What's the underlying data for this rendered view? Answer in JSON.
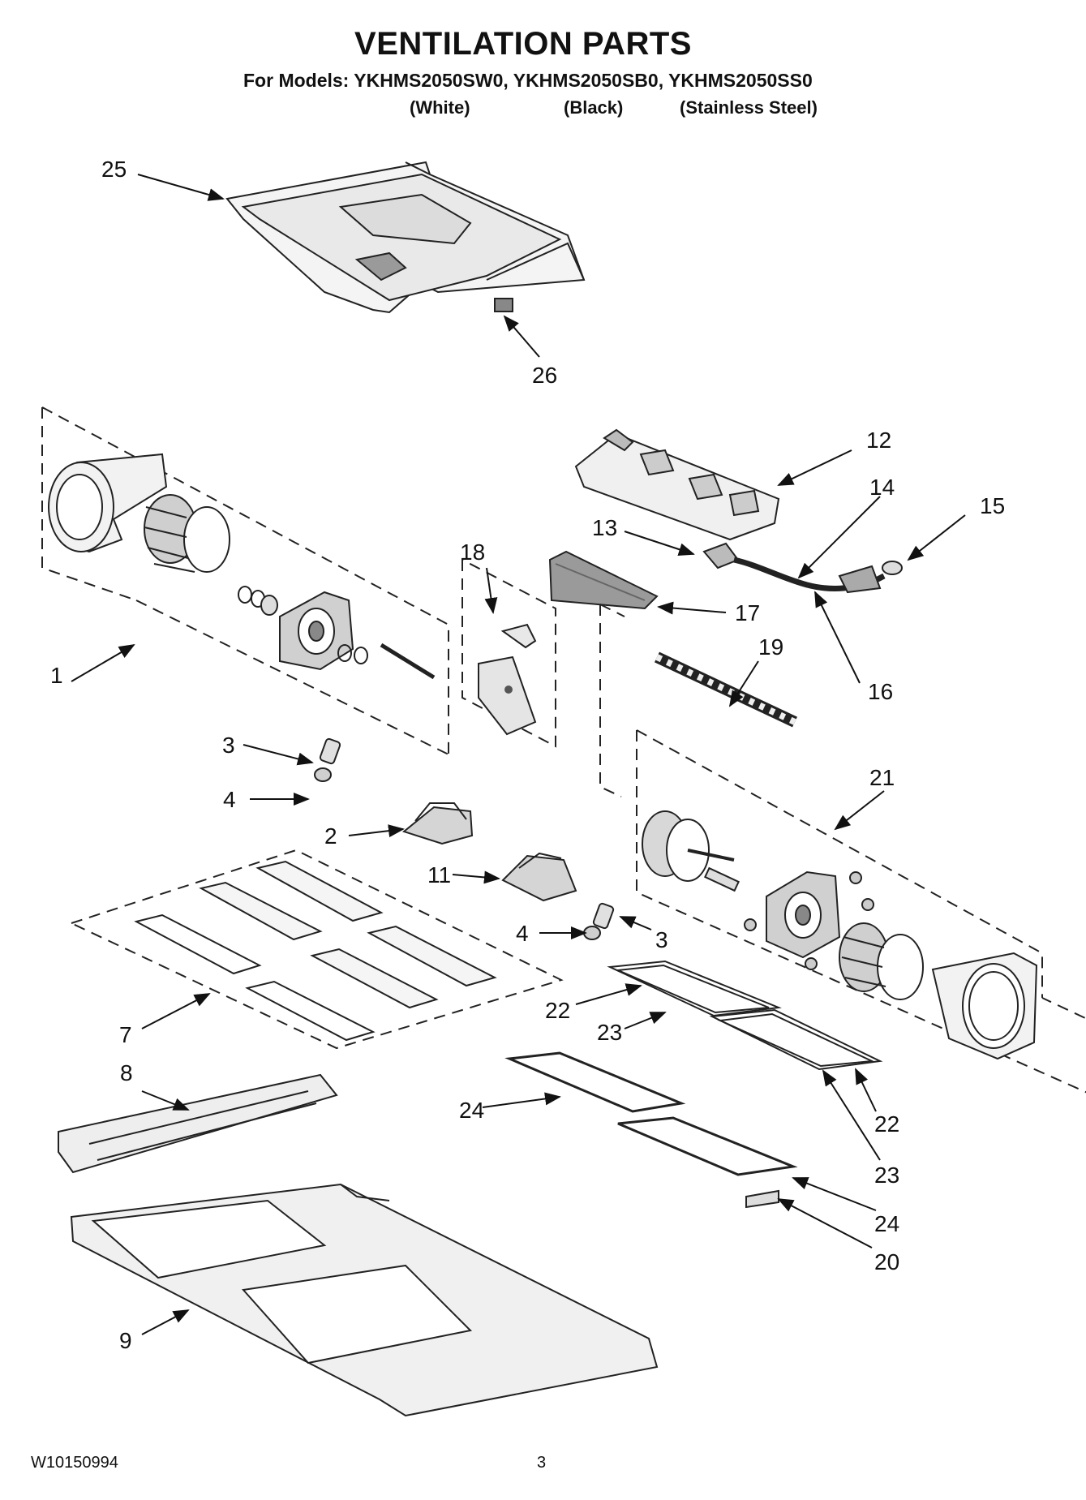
{
  "header": {
    "title": "VENTILATION PARTS",
    "models_line": "For Models: YKHMS2050SW0, YKHMS2050SB0, YKHMS2050SS0",
    "variants": [
      "(White)",
      "(Black)",
      "(Stainless Steel)"
    ]
  },
  "callouts": [
    "25",
    "26",
    "12",
    "14",
    "15",
    "13",
    "18",
    "17",
    "19",
    "16",
    "1",
    "3",
    "4",
    "2",
    "21",
    "11",
    "4",
    "3",
    "7",
    "22",
    "23",
    "8",
    "24",
    "22",
    "23",
    "24",
    "20",
    "9"
  ],
  "footer": {
    "doc_number": "W10150994",
    "page_number": "3"
  }
}
